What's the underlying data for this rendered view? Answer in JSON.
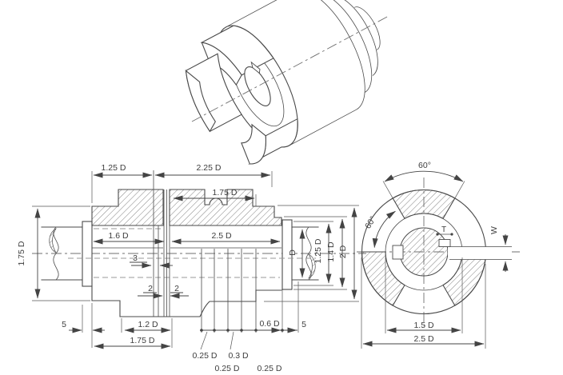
{
  "drawing": {
    "type": "engineering-drawing",
    "subject": "claw coupling (jaw coupling) with shafts",
    "colors": {
      "background": "#ffffff",
      "line": "#4a4a4a",
      "hidden_line": "#9a9a9a",
      "text": "#3d3d3d"
    },
    "views": [
      "isometric pictorial view",
      "sectional front view",
      "side view"
    ]
  },
  "labels": {
    "front": {
      "top_width_left": "1.25 D",
      "top_width_right": "2.25 D",
      "flange_length": "1.75 D",
      "bore_length_left": "1.6 D",
      "sleeve_length": "2.5 D",
      "claw_gap": "3",
      "clearance_left": "2",
      "clearance_right": "2",
      "claw_length": "1.2 D",
      "muff_length": "1.75 D",
      "end_clearance_left": "5",
      "slot_width": "0.6 D",
      "end_clearance_right": "5",
      "pitch_1": "0.25 D",
      "pitch_2": "0.3 D",
      "pitch_3": "0.25 D",
      "pitch_4": "0.25 D",
      "muff_diameter": "1.75 D",
      "shaft_diameter": "D",
      "bore_diameter": "1.25 D",
      "sleeve_diameter": "1.4 D",
      "flange_diameter": "2 D"
    },
    "side": {
      "claw_angle_top": "60°",
      "claw_angle_side": "60°",
      "key_thickness": "T",
      "key_width": "W",
      "claw_circle_diameter": "1.5 D",
      "outer_diameter": "2.5 D"
    }
  }
}
